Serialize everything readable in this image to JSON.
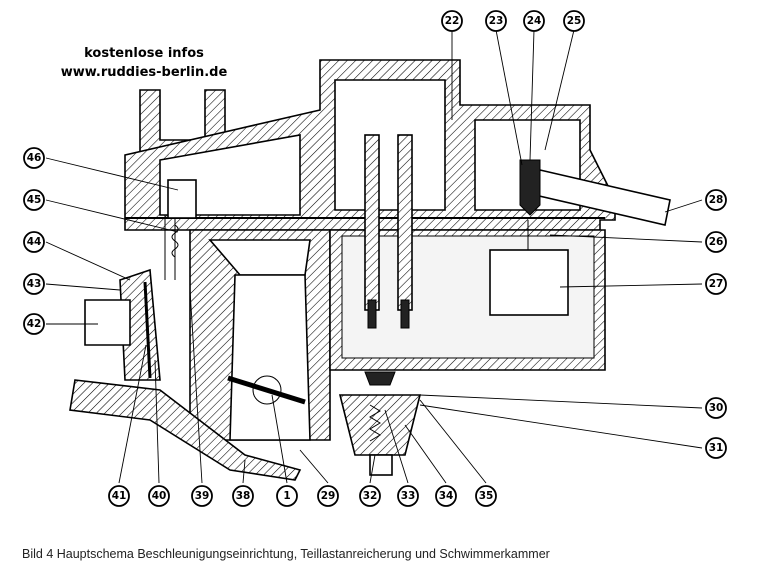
{
  "watermark": {
    "line1": "kostenlose infos",
    "line2": "www.ruddies-berlin.de"
  },
  "caption": "Bild 4  Hauptschema Beschleunigungseinrichtung, Teillastanreicherung und Schwimmerkammer",
  "callouts": {
    "c1": "1",
    "c22": "22",
    "c23": "23",
    "c24": "24",
    "c25": "25",
    "c26": "26",
    "c27": "27",
    "c28": "28",
    "c29": "29",
    "c30": "30",
    "c31": "31",
    "c32": "32",
    "c33": "33",
    "c34": "34",
    "c35": "35",
    "c38": "38",
    "c39": "39",
    "c40": "40",
    "c41": "41",
    "c42": "42",
    "c43": "43",
    "c44": "44",
    "c45": "45",
    "c46": "46"
  }
}
